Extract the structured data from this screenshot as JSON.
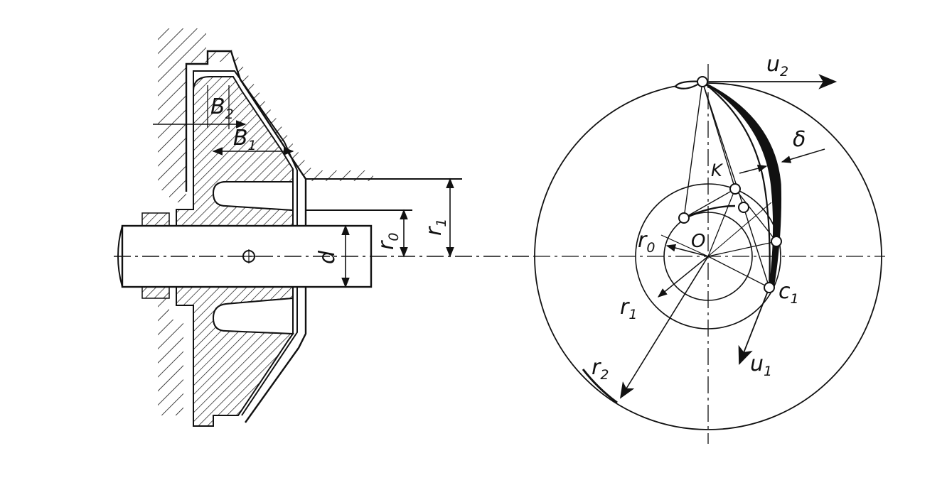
{
  "colors": {
    "ink": "#111111",
    "paper": "#ffffff"
  },
  "section_view": {
    "labels": {
      "b2": {
        "main": "B",
        "sub": "2"
      },
      "b1": {
        "main": "B",
        "sub": "1"
      },
      "r1": {
        "main": "r",
        "sub": "1"
      },
      "r0": {
        "main": "r",
        "sub": "0"
      },
      "d": {
        "main": "d",
        "sub": ""
      }
    }
  },
  "impeller_view": {
    "labels": {
      "u2": {
        "main": "u",
        "sub": "2"
      },
      "delta": {
        "main": "δ",
        "sub": ""
      },
      "k": {
        "main": "K",
        "sub": ""
      },
      "o": {
        "main": "O",
        "sub": ""
      },
      "r0": {
        "main": "r",
        "sub": "0"
      },
      "r1": {
        "main": "r",
        "sub": "1"
      },
      "r2": {
        "main": "r",
        "sub": "2"
      },
      "c1": {
        "main": "c",
        "sub": "1"
      },
      "u1": {
        "main": "u",
        "sub": "1"
      }
    }
  }
}
